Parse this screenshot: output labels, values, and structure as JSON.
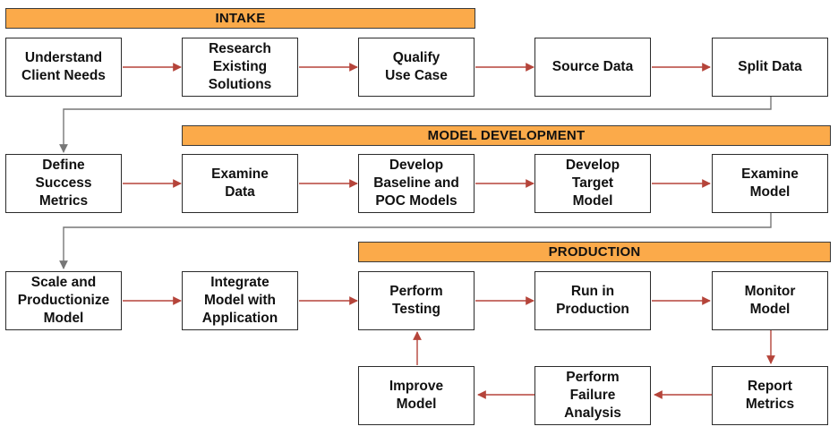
{
  "colors": {
    "banner": "#fbaa4a",
    "arrow_red": "#b5443a",
    "connector_gray": "#777777"
  },
  "banners": {
    "intake": "INTAKE",
    "model_development": "MODEL DEVELOPMENT",
    "production": "PRODUCTION"
  },
  "steps": {
    "understand_client_needs": "Understand\nClient Needs",
    "research_existing_solutions": "Research\nExisting\nSolutions",
    "qualify_use_case": "Qualify\nUse Case",
    "source_data": "Source Data",
    "split_data": "Split Data",
    "define_success_metrics": "Define\nSuccess\nMetrics",
    "examine_data": "Examine\nData",
    "develop_baseline": "Develop\nBaseline and\nPOC Models",
    "develop_target_model": "Develop\nTarget\nModel",
    "examine_model": "Examine\nModel",
    "scale_productionize": "Scale and\nProductionize\nModel",
    "integrate_model": "Integrate\nModel with\nApplication",
    "perform_testing": "Perform\nTesting",
    "run_in_production": "Run in\nProduction",
    "monitor_model": "Monitor\nModel",
    "report_metrics": "Report\nMetrics",
    "perform_failure_analysis": "Perform\nFailure\nAnalysis",
    "improve_model": "Improve\nModel"
  }
}
